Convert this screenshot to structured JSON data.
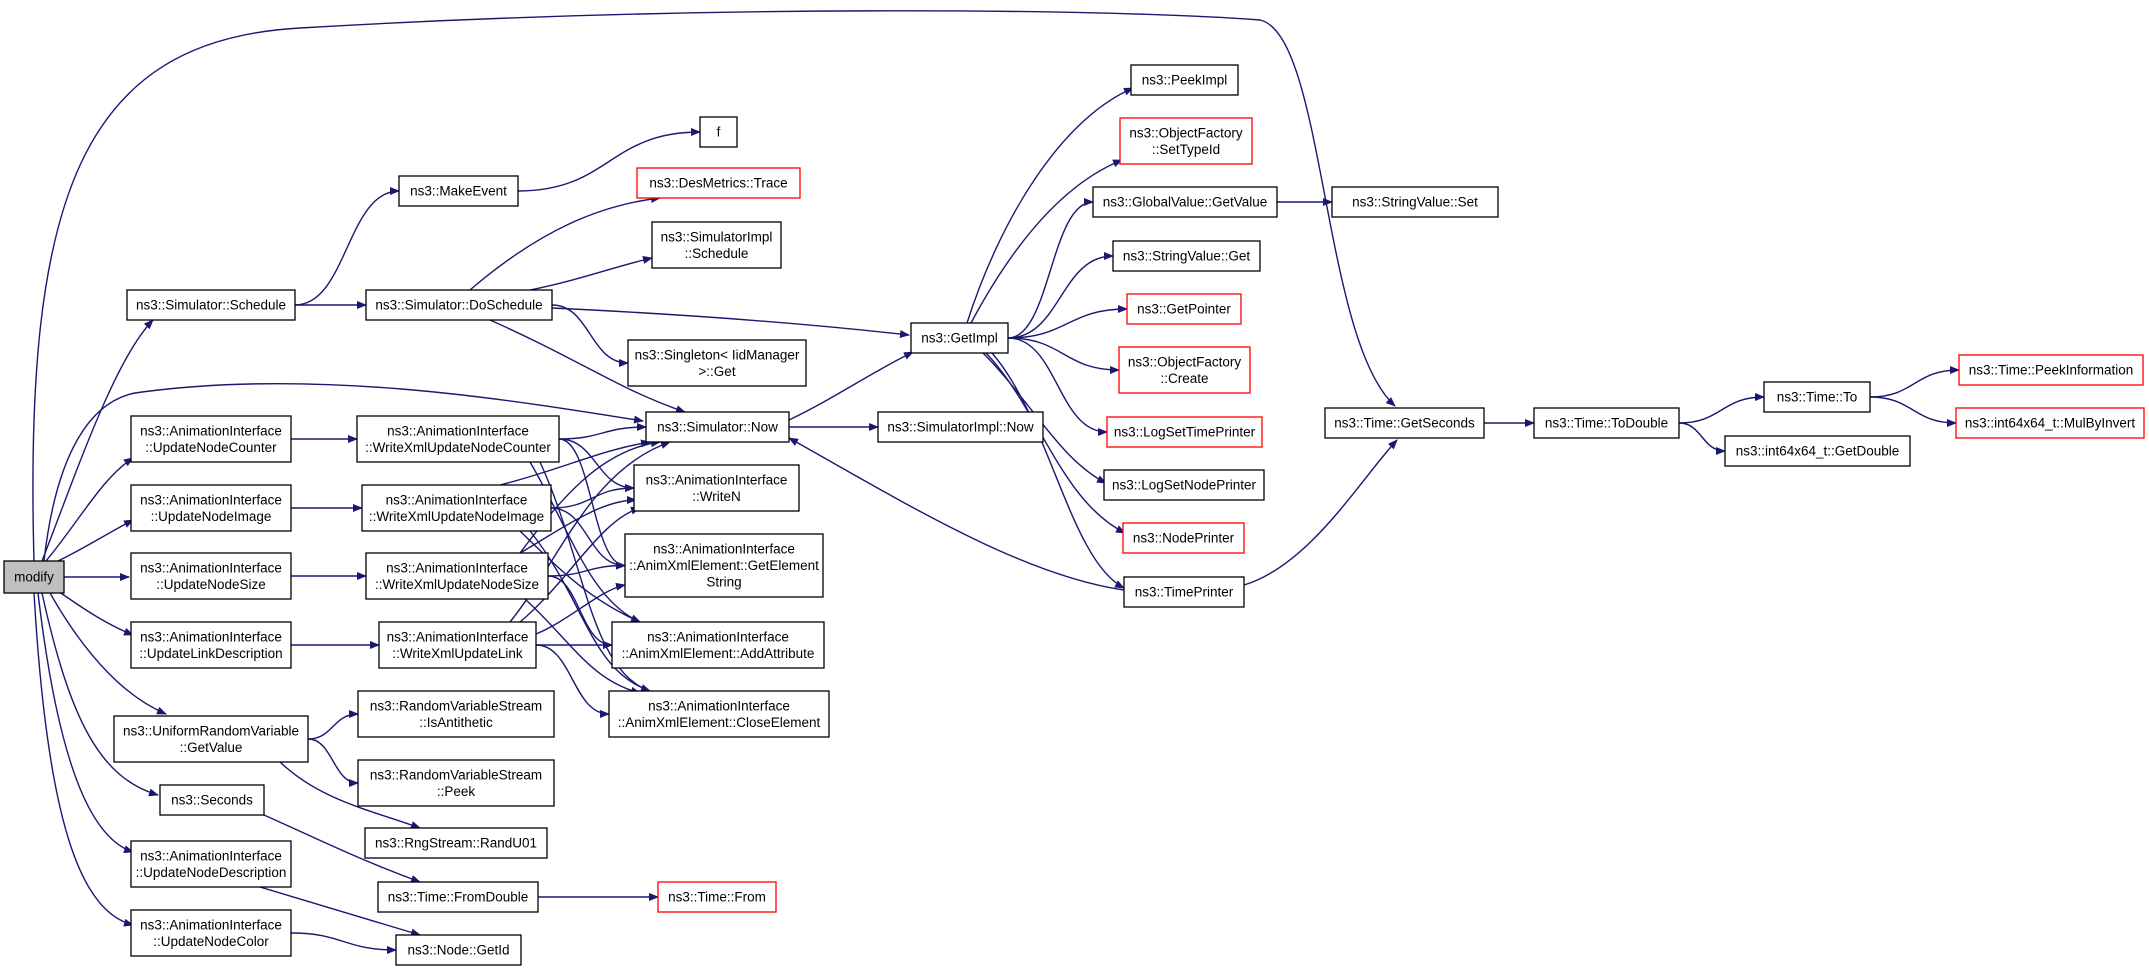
{
  "diagram": {
    "type": "call-graph",
    "colors": {
      "edge": "#191970",
      "node_border": "#000000",
      "truncated_border": "#ff0000",
      "root_fill": "#bfbfbf",
      "node_fill": "#ffffff"
    },
    "nodes": [
      {
        "id": "modify",
        "lines": [
          "modify"
        ],
        "root": true
      },
      {
        "id": "schedule",
        "lines": [
          "ns3::Simulator::Schedule"
        ]
      },
      {
        "id": "makeevent",
        "lines": [
          "ns3::MakeEvent"
        ]
      },
      {
        "id": "f",
        "lines": [
          "f"
        ]
      },
      {
        "id": "doschedule",
        "lines": [
          "ns3::Simulator::DoSchedule"
        ]
      },
      {
        "id": "desmetrics",
        "lines": [
          "ns3::DesMetrics::Trace"
        ],
        "truncated": true
      },
      {
        "id": "simimplschedule",
        "lines": [
          "ns3::SimulatorImpl",
          "::Schedule"
        ]
      },
      {
        "id": "singleton",
        "lines": [
          "ns3::Singleton< IidManager",
          ">::Get"
        ]
      },
      {
        "id": "getimpl",
        "lines": [
          "ns3::GetImpl"
        ]
      },
      {
        "id": "peekimpl",
        "lines": [
          "ns3::PeekImpl"
        ]
      },
      {
        "id": "settypeid",
        "lines": [
          "ns3::ObjectFactory",
          "::SetTypeId"
        ],
        "truncated": true
      },
      {
        "id": "globalvalue",
        "lines": [
          "ns3::GlobalValue::GetValue"
        ]
      },
      {
        "id": "stringvalueset",
        "lines": [
          "ns3::StringValue::Set"
        ]
      },
      {
        "id": "stringvalueget",
        "lines": [
          "ns3::StringValue::Get"
        ]
      },
      {
        "id": "getpointer",
        "lines": [
          "ns3::GetPointer"
        ],
        "truncated": true
      },
      {
        "id": "create",
        "lines": [
          "ns3::ObjectFactory",
          "::Create"
        ],
        "truncated": true
      },
      {
        "id": "logsettime",
        "lines": [
          "ns3::LogSetTimePrinter"
        ],
        "truncated": true
      },
      {
        "id": "logsetnode",
        "lines": [
          "ns3::LogSetNodePrinter"
        ]
      },
      {
        "id": "nodeprinter",
        "lines": [
          "ns3::NodePrinter"
        ],
        "truncated": true
      },
      {
        "id": "timeprinter",
        "lines": [
          "ns3::TimePrinter"
        ]
      },
      {
        "id": "simnow",
        "lines": [
          "ns3::Simulator::Now"
        ]
      },
      {
        "id": "simimplnow",
        "lines": [
          "ns3::SimulatorImpl::Now"
        ]
      },
      {
        "id": "getseconds",
        "lines": [
          "ns3::Time::GetSeconds"
        ]
      },
      {
        "id": "todouble",
        "lines": [
          "ns3::Time::ToDouble"
        ]
      },
      {
        "id": "timeto",
        "lines": [
          "ns3::Time::To"
        ]
      },
      {
        "id": "peekinfo",
        "lines": [
          "ns3::Time::PeekInformation"
        ],
        "truncated": true
      },
      {
        "id": "mulbyinvert",
        "lines": [
          "ns3::int64x64_t::MulByInvert"
        ],
        "truncated": true
      },
      {
        "id": "getdouble",
        "lines": [
          "ns3::int64x64_t::GetDouble"
        ]
      },
      {
        "id": "updnodecounter",
        "lines": [
          "ns3::AnimationInterface",
          "::UpdateNodeCounter"
        ]
      },
      {
        "id": "wxnodecounter",
        "lines": [
          "ns3::AnimationInterface",
          "::WriteXmlUpdateNodeCounter"
        ]
      },
      {
        "id": "updnodeimage",
        "lines": [
          "ns3::AnimationInterface",
          "::UpdateNodeImage"
        ]
      },
      {
        "id": "wxnodeimage",
        "lines": [
          "ns3::AnimationInterface",
          "::WriteXmlUpdateNodeImage"
        ]
      },
      {
        "id": "updnodesize",
        "lines": [
          "ns3::AnimationInterface",
          "::UpdateNodeSize"
        ]
      },
      {
        "id": "wxnodesize",
        "lines": [
          "ns3::AnimationInterface",
          "::WriteXmlUpdateNodeSize"
        ]
      },
      {
        "id": "updlinkdesc",
        "lines": [
          "ns3::AnimationInterface",
          "::UpdateLinkDescription"
        ]
      },
      {
        "id": "wxlink",
        "lines": [
          "ns3::AnimationInterface",
          "::WriteXmlUpdateLink"
        ]
      },
      {
        "id": "writen",
        "lines": [
          "ns3::AnimationInterface",
          "::WriteN"
        ]
      },
      {
        "id": "getelement",
        "lines": [
          "ns3::AnimationInterface",
          "::AnimXmlElement::GetElement",
          "String"
        ]
      },
      {
        "id": "addattr",
        "lines": [
          "ns3::AnimationInterface",
          "::AnimXmlElement::AddAttribute"
        ]
      },
      {
        "id": "closeelem",
        "lines": [
          "ns3::AnimationInterface",
          "::AnimXmlElement::CloseElement"
        ]
      },
      {
        "id": "urvgetvalue",
        "lines": [
          "ns3::UniformRandomVariable",
          "::GetValue"
        ]
      },
      {
        "id": "isantithetic",
        "lines": [
          "ns3::RandomVariableStream",
          "::IsAntithetic"
        ]
      },
      {
        "id": "peek",
        "lines": [
          "ns3::RandomVariableStream",
          "::Peek"
        ]
      },
      {
        "id": "randu01",
        "lines": [
          "ns3::RngStream::RandU01"
        ]
      },
      {
        "id": "seconds",
        "lines": [
          "ns3::Seconds"
        ]
      },
      {
        "id": "fromdouble",
        "lines": [
          "ns3::Time::FromDouble"
        ]
      },
      {
        "id": "timefrom",
        "lines": [
          "ns3::Time::From"
        ],
        "truncated": true
      },
      {
        "id": "upddesc",
        "lines": [
          "ns3::AnimationInterface",
          "::UpdateNodeDescription"
        ]
      },
      {
        "id": "getid",
        "lines": [
          "ns3::Node::GetId"
        ]
      },
      {
        "id": "updcolor",
        "lines": [
          "ns3::AnimationInterface",
          "::UpdateNodeColor"
        ]
      }
    ],
    "edges": [
      [
        "modify",
        "schedule"
      ],
      [
        "modify",
        "simnow"
      ],
      [
        "modify",
        "getseconds"
      ],
      [
        "modify",
        "updnodecounter"
      ],
      [
        "modify",
        "updnodeimage"
      ],
      [
        "modify",
        "updnodesize"
      ],
      [
        "modify",
        "updlinkdesc"
      ],
      [
        "modify",
        "urvgetvalue"
      ],
      [
        "modify",
        "seconds"
      ],
      [
        "modify",
        "upddesc"
      ],
      [
        "modify",
        "updcolor"
      ],
      [
        "schedule",
        "makeevent"
      ],
      [
        "schedule",
        "doschedule"
      ],
      [
        "makeevent",
        "f"
      ],
      [
        "doschedule",
        "desmetrics"
      ],
      [
        "doschedule",
        "simimplschedule"
      ],
      [
        "doschedule",
        "singleton"
      ],
      [
        "doschedule",
        "getimpl"
      ],
      [
        "doschedule",
        "simnow"
      ],
      [
        "getimpl",
        "peekimpl"
      ],
      [
        "getimpl",
        "settypeid"
      ],
      [
        "getimpl",
        "globalvalue"
      ],
      [
        "getimpl",
        "stringvalueget"
      ],
      [
        "getimpl",
        "getpointer"
      ],
      [
        "getimpl",
        "create"
      ],
      [
        "getimpl",
        "logsettime"
      ],
      [
        "getimpl",
        "logsetnode"
      ],
      [
        "getimpl",
        "nodeprinter"
      ],
      [
        "getimpl",
        "timeprinter"
      ],
      [
        "globalvalue",
        "stringvalueset"
      ],
      [
        "simnow",
        "getimpl"
      ],
      [
        "simnow",
        "simimplnow"
      ],
      [
        "timeprinter",
        "simnow"
      ],
      [
        "timeprinter",
        "getseconds"
      ],
      [
        "getseconds",
        "todouble"
      ],
      [
        "todouble",
        "timeto"
      ],
      [
        "todouble",
        "getdouble"
      ],
      [
        "timeto",
        "peekinfo"
      ],
      [
        "timeto",
        "mulbyinvert"
      ],
      [
        "updnodecounter",
        "wxnodecounter"
      ],
      [
        "wxnodecounter",
        "simnow"
      ],
      [
        "wxnodecounter",
        "writen"
      ],
      [
        "wxnodecounter",
        "getelement"
      ],
      [
        "wxnodecounter",
        "addattr"
      ],
      [
        "wxnodecounter",
        "closeelem"
      ],
      [
        "updnodeimage",
        "wxnodeimage"
      ],
      [
        "wxnodeimage",
        "simnow"
      ],
      [
        "wxnodeimage",
        "writen"
      ],
      [
        "wxnodeimage",
        "getelement"
      ],
      [
        "wxnodeimage",
        "addattr"
      ],
      [
        "wxnodeimage",
        "closeelem"
      ],
      [
        "updnodesize",
        "wxnodesize"
      ],
      [
        "wxnodesize",
        "simnow"
      ],
      [
        "wxnodesize",
        "writen"
      ],
      [
        "wxnodesize",
        "getelement"
      ],
      [
        "wxnodesize",
        "addattr"
      ],
      [
        "wxnodesize",
        "closeelem"
      ],
      [
        "updlinkdesc",
        "wxlink"
      ],
      [
        "wxlink",
        "simnow"
      ],
      [
        "wxlink",
        "writen"
      ],
      [
        "wxlink",
        "getelement"
      ],
      [
        "wxlink",
        "addattr"
      ],
      [
        "wxlink",
        "closeelem"
      ],
      [
        "urvgetvalue",
        "isantithetic"
      ],
      [
        "urvgetvalue",
        "peek"
      ],
      [
        "urvgetvalue",
        "randu01"
      ],
      [
        "seconds",
        "fromdouble"
      ],
      [
        "fromdouble",
        "timefrom"
      ],
      [
        "upddesc",
        "getid"
      ],
      [
        "updcolor",
        "getid"
      ]
    ]
  }
}
